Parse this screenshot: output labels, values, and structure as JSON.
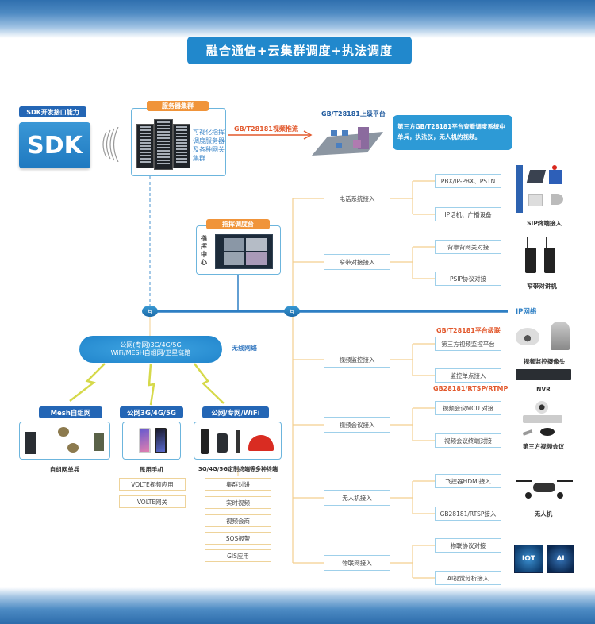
{
  "title": "融合通信+云集群调度+执法调度",
  "sdk": {
    "badge": "SDK开发接口能力",
    "logo_text": "SDK",
    "signal_icon": "wireless-signal-icon"
  },
  "server_cluster": {
    "badge": "服务器集群",
    "description": [
      "可视化指挥",
      "调度服务器",
      "及各种网关",
      "集群"
    ],
    "icon": "server-rack-icon"
  },
  "upstream": {
    "arrow_label": "GB/T28181视频推流",
    "platform_label": "GB/T28181上级平台",
    "info_text": [
      "第三方GB/T28181平台查看调度系统中",
      "单兵，执法仪，无人机的视频。"
    ]
  },
  "command_center": {
    "badge": "指挥调度台",
    "side_label": [
      "指",
      "挥",
      "中",
      "心"
    ],
    "icon": "dispatch-screen-icon"
  },
  "networks": {
    "ip_label": "IP网络",
    "wireless_label": "无线网络",
    "cloud_lines": [
      "公网(专网)3G/4G/5G",
      "WiFi/MESH自组网/卫星链路"
    ],
    "router_icon": "router-icon"
  },
  "terminals": [
    {
      "badge": "Mesh自组网",
      "label": "自组网单兵",
      "icon": "mesh-soldier-icon",
      "features": []
    },
    {
      "badge": "公网3G/4G/5G",
      "label": "民用手机",
      "icon": "smartphone-icon",
      "features": [
        "VOLTE视频应用",
        "VOLTE网关"
      ]
    },
    {
      "badge": "公网/专网/WiFi",
      "label": "3G/4G/5G定制终端等多种终端",
      "icon": "custom-terminal-icon",
      "features": [
        "集群对讲",
        "实时视频",
        "视频会商",
        "SOS报警",
        "GIS应用"
      ]
    }
  ],
  "access": [
    {
      "name": "电话系统接入",
      "children": [
        "PBX/IP-PBX、PSTN",
        "IP话机、广播设备"
      ],
      "device_label": "SIP终端接入",
      "device_icon": "sip-terminal-icon",
      "notes": []
    },
    {
      "name": "窄带对接接入",
      "children": [
        "背靠背网关对接",
        "PSIP协议对接"
      ],
      "device_label": "窄带对讲机",
      "device_icon": "walkie-talkie-icon",
      "notes": []
    },
    {
      "name": "视频监控接入",
      "children": [
        "第三方视频监控平台",
        "监控单点接入"
      ],
      "device_label": "视频监控摄像头",
      "device_icon": "camera-icon",
      "device_label_2": "NVR",
      "device_icon_2": "nvr-icon",
      "notes": [
        "GB/T28181平台级联",
        "GB28181/RTSP/RTMP"
      ]
    },
    {
      "name": "视频会议接入",
      "children": [
        "视频会议MCU 对接",
        "视频会议终端对接"
      ],
      "device_label": "第三方视频会议",
      "device_icon": "video-conference-icon",
      "notes": []
    },
    {
      "name": "无人机接入",
      "children": [
        "飞控器HDMI接入",
        "GB28181/RTSP接入"
      ],
      "device_label": "无人机",
      "device_icon": "drone-icon",
      "notes": []
    },
    {
      "name": "物联网接入",
      "children": [
        "物联协议对接",
        "AI视觉分析接入"
      ],
      "device_label": "",
      "device_icon": "iot-ai-icon",
      "tiles": [
        "IOT",
        "AI"
      ],
      "notes": []
    }
  ],
  "colors": {
    "title_bg": "#2188cc",
    "badge_blue": "#2466b5",
    "badge_orange": "#f0943a",
    "network_line": "#2e7fc4",
    "branch_line": "#f3cf8f",
    "node_border": "#9fd0ea",
    "accent_red": "#e2582c"
  }
}
